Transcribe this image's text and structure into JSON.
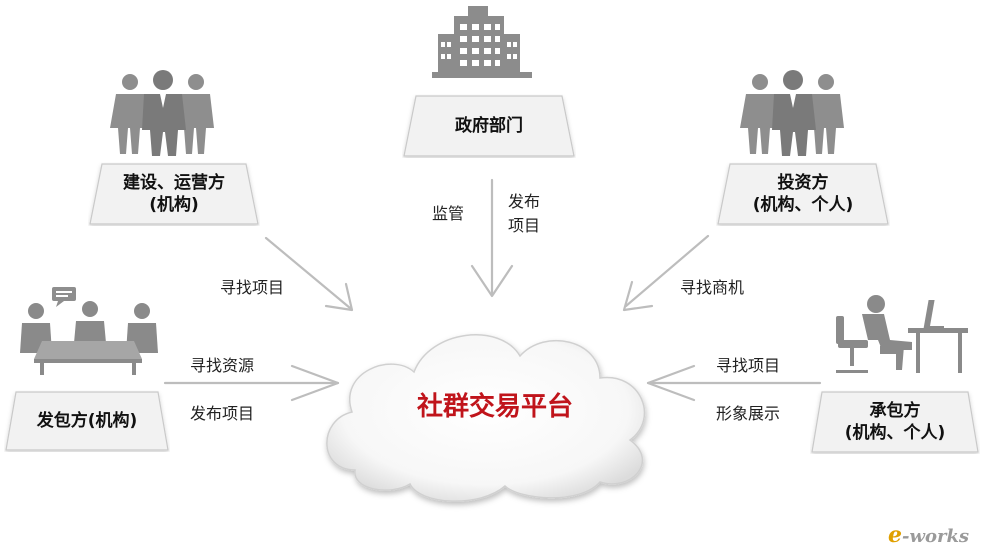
{
  "center": {
    "label": "社群交易平台"
  },
  "nodes": {
    "government": {
      "line1": "政府部门"
    },
    "builder": {
      "line1": "建设、运营方",
      "line2": "(机构)"
    },
    "investor": {
      "line1": "投资方",
      "line2": "(机构、个人)"
    },
    "employer": {
      "line1": "发包方(机构)"
    },
    "contractor": {
      "line1": "承包方",
      "line2": "(机构、个人)"
    }
  },
  "edges": {
    "gov_left": "监管",
    "gov_right_1": "发布",
    "gov_right_2": "项目",
    "builder": "寻找项目",
    "investor": "寻找商机",
    "employer_1": "寻找资源",
    "employer_2": "发布项目",
    "contractor_1": "寻找项目",
    "contractor_2": "形象展示"
  },
  "logo": {
    "e": "e",
    "rest": "-works"
  },
  "icons": [
    "building-icon",
    "businessmen-group-icon",
    "meeting-table-icon",
    "office-worker-icon"
  ],
  "colors": {
    "accent": "#c0141b",
    "box_fill": "#f2f2f2",
    "icon_gray": "#8c8c8c",
    "arrow": "#bdbdbd"
  }
}
